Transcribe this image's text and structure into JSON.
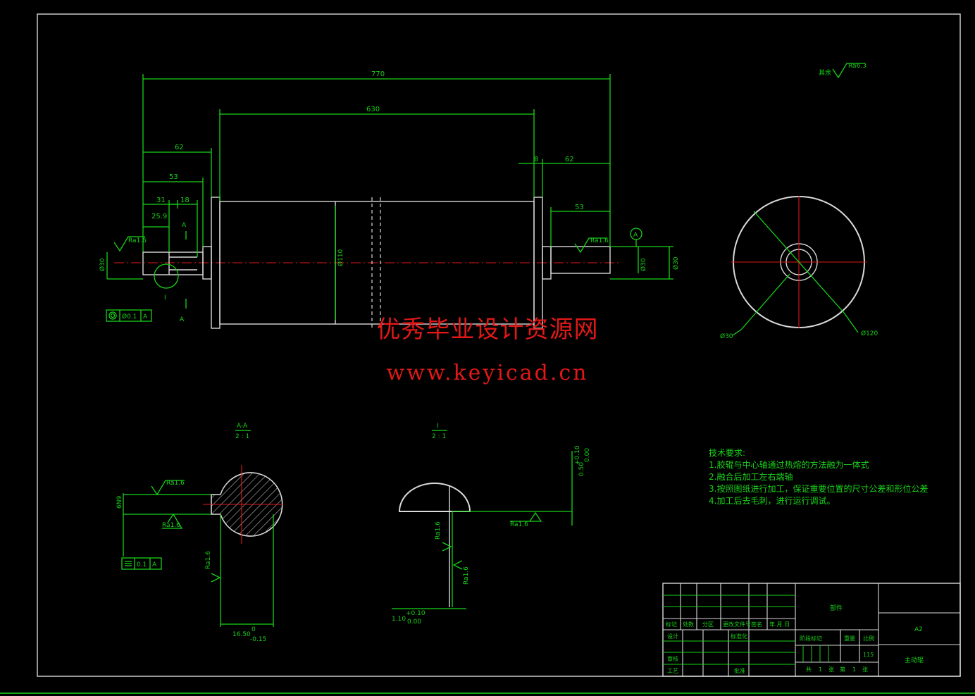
{
  "dimensions": {
    "overall_length": "770",
    "roller_length": "630",
    "left_shaft": "62",
    "left_53": "53",
    "left_31": "31",
    "left_18": "18",
    "left_25_9": "25.9",
    "right_8": "8",
    "right_62": "62",
    "right_53": "53",
    "dia_shaft_left": "Ø30",
    "dia_roller": "Ø110",
    "dia_shaft_right_small": "Ø30",
    "dia_shaft_right_big": "Ø30",
    "end_small_dia": "Ø30",
    "end_big_dia": "Ø120"
  },
  "roughness": {
    "general_label": "其余",
    "general": "Ra6.3",
    "left_shaft": "Ra1.6",
    "right_shaft": "Ra1.6",
    "section_top": "Ra1.6",
    "section_bottom": "Ra1.6",
    "section_side": "Ra1.6",
    "detail_top": "Ra1.6",
    "detail_side": "Ra1.6",
    "detail_corner": "Ra1.6"
  },
  "tolerance": {
    "left_value": "Ø0.1",
    "left_datum": "A",
    "section_value": "0.1",
    "section_datum": "A",
    "datum_marker": "A"
  },
  "section_aa": {
    "title": "A-A",
    "scale": "2 : 1",
    "cut_letter_top": "A",
    "cut_letter_bottom": "A",
    "width_dim": "16.50",
    "width_tol_upper": "0",
    "width_tol_lower": "-0.15",
    "depth_dim": "6N9"
  },
  "detail_i": {
    "title": "I",
    "scale": "2 : 1",
    "marker": "I",
    "dim_left": "1.10",
    "dim_left_upper": "+0.10",
    "dim_left_lower": "0.00",
    "dim_right": "0.50",
    "dim_right_upper": "+0.10",
    "dim_right_lower": "0.00"
  },
  "tech_requirements": {
    "title": "技术要求:",
    "items": [
      "1.胶辊与中心轴通过热熔的方法融为一体式",
      "2.融合后加工左右端轴",
      "3.按照图纸进行加工，保证重要位置的尺寸公差和形位公差",
      "4.加工后去毛刺，进行运行调试。"
    ]
  },
  "title_block": {
    "part_label": "部件",
    "format": "A2",
    "drawing_name": "主动辊",
    "col_headers": [
      "标记",
      "处数",
      "分区",
      "更改文件号",
      "签名",
      "年.月.日"
    ],
    "row_labels": [
      "设计",
      "标准化",
      "审核",
      "工艺",
      "批准"
    ],
    "stage_headers": [
      "阶段标记",
      "重量",
      "比例"
    ],
    "weight": "115",
    "sheet_text": [
      "共",
      "1",
      "张",
      "第",
      "1",
      "张"
    ]
  },
  "watermark": {
    "line1": "优秀毕业设计资源网",
    "line2": "www.keyicad.cn"
  },
  "colors": {
    "background": "#000000",
    "lines": "#19d219",
    "outline": "#d9d9d9",
    "centerline": "#e01818",
    "watermark": "#e01818"
  }
}
